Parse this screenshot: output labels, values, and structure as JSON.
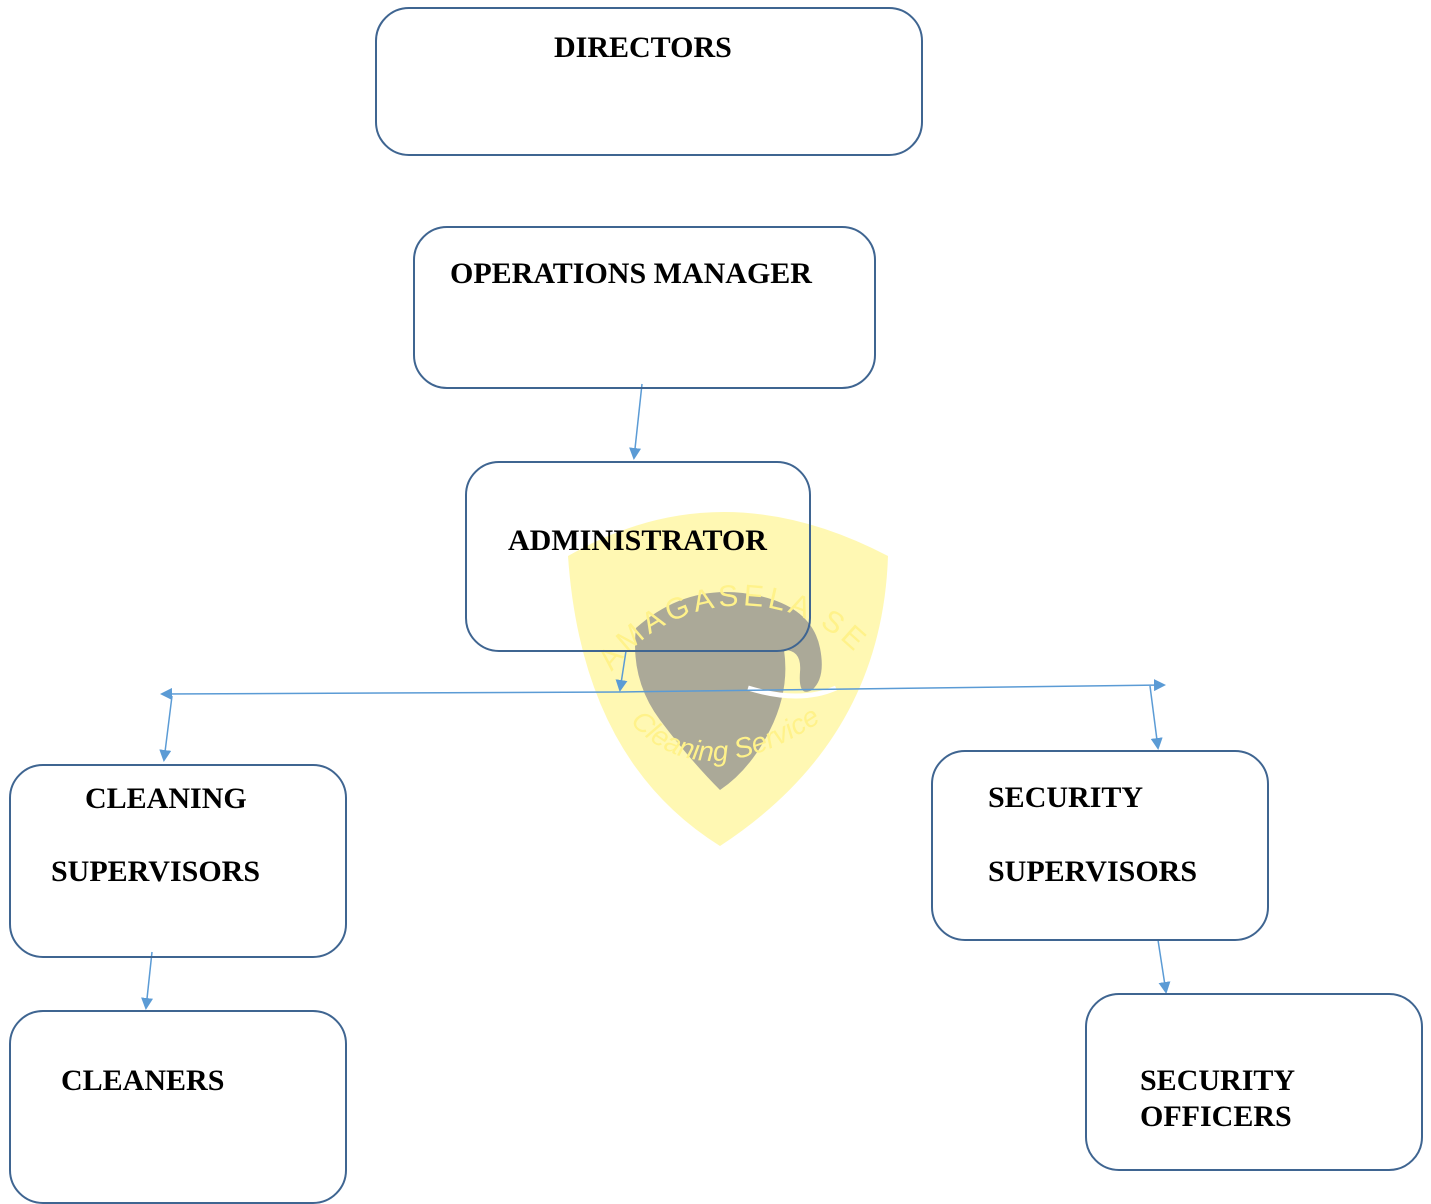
{
  "watermark": {
    "arc_text": "AMAGASELA SECURITY",
    "sub_text": "Cleaning Services",
    "shield_color": "#fff59a",
    "elephant_color": "#8f8f8f"
  },
  "colors": {
    "box_border": "#3f6591",
    "connector": "#5b9bd5",
    "text": "#000000"
  },
  "nodes": {
    "directors": {
      "label": "DIRECTORS"
    },
    "operations_manager": {
      "label": "OPERATIONS MANAGER"
    },
    "administrator": {
      "label": "ADMINISTRATOR"
    },
    "cleaning_supervisors": {
      "line1": "CLEANING",
      "line2": "SUPERVISORS"
    },
    "security_supervisors": {
      "line1": "SECURITY",
      "line2": "SUPERVISORS"
    },
    "cleaners": {
      "label": "CLEANERS"
    },
    "security_officers": {
      "line1": "SECURITY",
      "line2": "OFFICERS"
    }
  }
}
